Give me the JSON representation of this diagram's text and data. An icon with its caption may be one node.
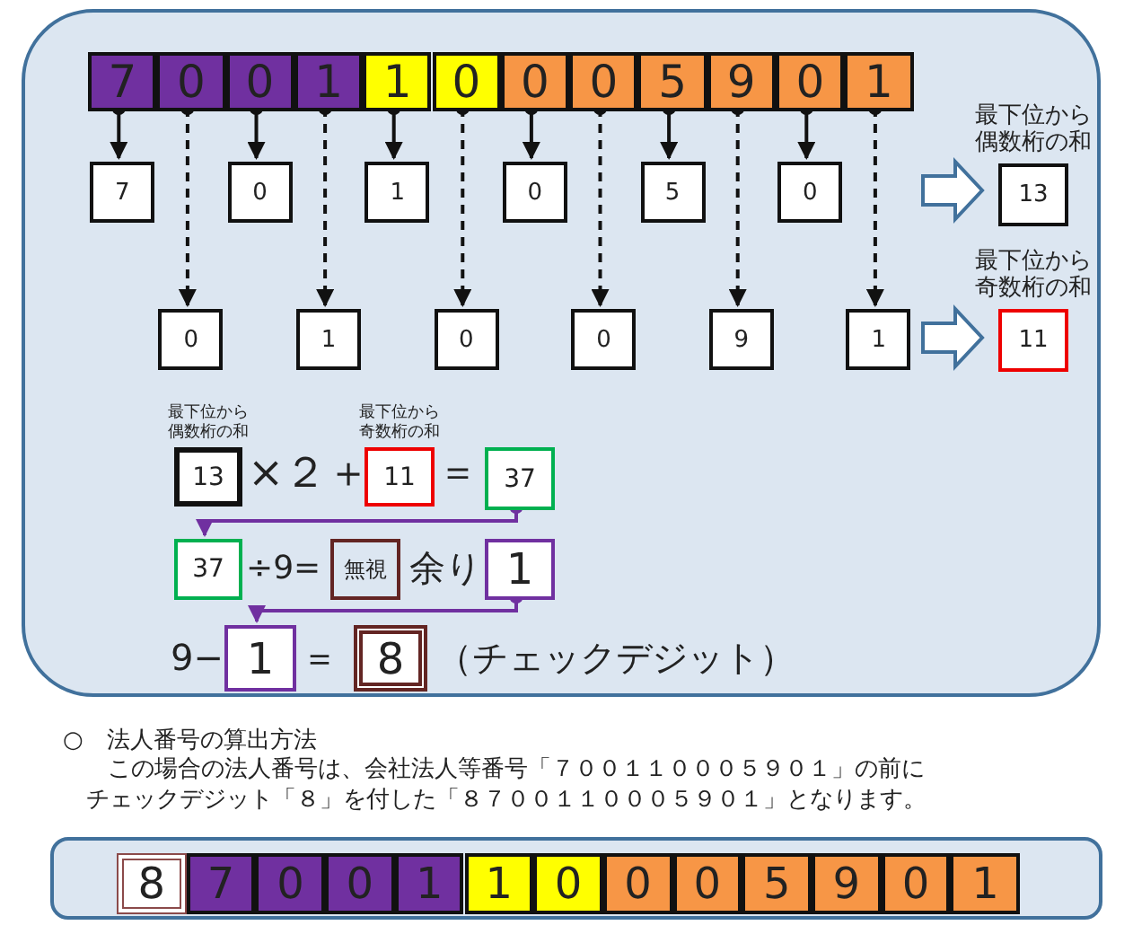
{
  "diagram": {
    "nodes": [
      {
        "text": [],
        "shape": "box"
      },
      {
        "text": [
          "7"
        ],
        "in": 0
      },
      {
        "text": [
          "0"
        ],
        "in": 0
      },
      {
        "text": [
          "0"
        ],
        "in": 0
      },
      {
        "text": [
          "1"
        ],
        "in": 0
      },
      {
        "text": [
          "1"
        ],
        "in": 0
      },
      {
        "text": [
          "0"
        ],
        "in": 0
      },
      {
        "text": [
          "0"
        ],
        "in": 0
      },
      {
        "text": [
          "0"
        ],
        "in": 0
      },
      {
        "text": [
          "5"
        ],
        "in": 0
      },
      {
        "text": [
          "9"
        ],
        "in": 0
      },
      {
        "text": [
          "0"
        ],
        "in": 0
      },
      {
        "text": [
          "1"
        ],
        "in": 0
      },
      {
        "text": [
          "7"
        ],
        "in": 0
      },
      {
        "text": [
          "0"
        ],
        "in": 0
      },
      {
        "text": [
          "1"
        ],
        "in": 0
      },
      {
        "text": [
          "0"
        ],
        "in": 0
      },
      {
        "text": [
          "5"
        ],
        "in": 0
      },
      {
        "text": [
          "0"
        ],
        "in": 0
      },
      {
        "text": [
          "最下位から偶数桁の和",
          "13"
        ],
        "in": 0
      },
      {
        "text": [
          "0"
        ],
        "in": 0
      },
      {
        "text": [
          "1"
        ],
        "in": 0
      },
      {
        "text": [
          "0"
        ],
        "in": 0
      },
      {
        "text": [
          "0"
        ],
        "in": 0
      },
      {
        "text": [
          "9"
        ],
        "in": 0
      },
      {
        "text": [
          "1"
        ],
        "in": 0
      },
      {
        "text": [
          "最下位から奇数桁の和",
          "11"
        ],
        "in": 0
      },
      {
        "text": [
          "最下位から偶数桁の和",
          "13"
        ],
        "in": 0
      },
      {
        "text": [
          "最下位から奇数桁の和",
          "11"
        ],
        "in": 0
      },
      {
        "text": [
          "37"
        ],
        "in": 0
      },
      {
        "text": [
          "37"
        ],
        "in": 0
      },
      {
        "text": [
          "無視"
        ],
        "in": 0
      },
      {
        "text": [
          "1"
        ],
        "in": 0
      },
      {
        "text": [
          "1"
        ],
        "in": 0
      },
      {
        "text": [
          "8"
        ],
        "in": 0
      },
      {
        "text": [],
        "shape": "box"
      },
      {
        "text": [
          "8"
        ],
        "in": 35
      },
      {
        "text": [
          "7"
        ],
        "in": 35
      },
      {
        "text": [
          "0"
        ],
        "in": 35
      },
      {
        "text": [
          "0"
        ],
        "in": 35
      },
      {
        "text": [
          "1"
        ],
        "in": 35
      },
      {
        "text": [
          "1"
        ],
        "in": 35
      },
      {
        "text": [
          "0"
        ],
        "in": 35
      },
      {
        "text": [
          "0"
        ],
        "in": 35
      },
      {
        "text": [
          "0"
        ],
        "in": 35
      },
      {
        "text": [
          "5"
        ],
        "in": 35
      },
      {
        "text": [
          "9"
        ],
        "in": 35
      },
      {
        "text": [
          "0"
        ],
        "in": 35
      },
      {
        "text": [
          "1"
        ],
        "in": 35
      }
    ],
    "edges": [
      {
        "from": 1,
        "to": 13,
        "arrow": "to"
      },
      {
        "from": 3,
        "to": 14,
        "arrow": "to"
      },
      {
        "from": 5,
        "to": 15,
        "arrow": "to"
      },
      {
        "from": 7,
        "to": 16,
        "arrow": "to"
      },
      {
        "from": 9,
        "to": 17,
        "arrow": "to"
      },
      {
        "from": 11,
        "to": 18,
        "arrow": "to"
      },
      {
        "from": 2,
        "to": 20,
        "arrow": "to",
        "style": "dashed"
      },
      {
        "from": 4,
        "to": 21,
        "arrow": "to",
        "style": "dashed"
      },
      {
        "from": 6,
        "to": 22,
        "arrow": "to",
        "style": "dashed"
      },
      {
        "from": 8,
        "to": 23,
        "arrow": "to",
        "style": "dashed"
      },
      {
        "from": 10,
        "to": 24,
        "arrow": "to",
        "style": "dashed"
      },
      {
        "from": 12,
        "to": 25,
        "arrow": "to",
        "style": "dashed"
      },
      {
        "from": 18,
        "to": 19,
        "arrow": "to",
        "style": "thick",
        "color": "#41719c"
      },
      {
        "from": 25,
        "to": 26,
        "arrow": "to",
        "style": "thick",
        "color": "#41719c"
      },
      {
        "from": 29,
        "to": 30,
        "arrow": "to",
        "color": "#7030a0"
      },
      {
        "from": 32,
        "to": 33,
        "arrow": "to",
        "color": "#7030a0"
      }
    ],
    "labels": [
      "×２＋",
      "＝",
      "÷9=",
      "余り",
      "9−",
      "＝",
      "（チェックデジット）",
      "○　法人番号の算出方法",
      "この場合の法人番号は、会社法人等番号「７００１１０００５９０１」の前にチェックデジット「８」を付した「８７００１１０００５９０１」となります。"
    ]
  }
}
